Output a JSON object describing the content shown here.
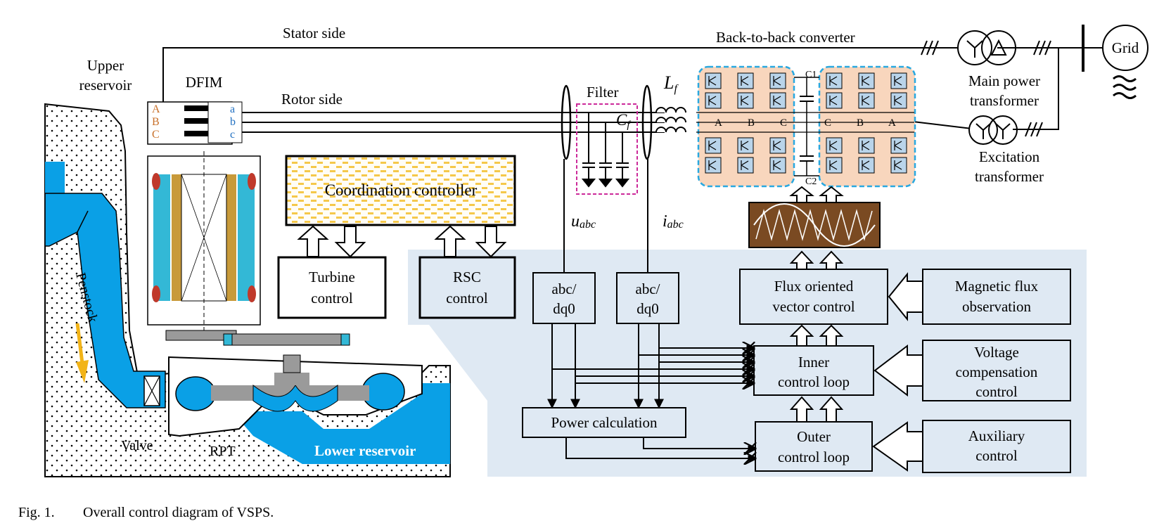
{
  "labels": {
    "stator_side": "Stator side",
    "rotor_side": "Rotor side",
    "back_to_back": "Back-to-back converter",
    "grid": "Grid",
    "main_transformer_1": "Main power",
    "main_transformer_2": "transformer",
    "excitation_transformer_1": "Excitation",
    "excitation_transformer_2": "transformer",
    "upper_reservoir_1": "Upper",
    "upper_reservoir_2": "reservoir",
    "dfim": "DFIM",
    "filter": "Filter",
    "lf": "L",
    "lf_sub": "f",
    "cf": "C",
    "cf_sub": "f",
    "uabc": "u",
    "uabc_sub": "abc",
    "iabc": "i",
    "iabc_sub": "abc",
    "penstock": "Penstock",
    "valve": "Valve",
    "rpt": "RPT",
    "lower_reservoir": "Lower reservoir",
    "c1": "C1",
    "c2": "C2",
    "phase_A": "A",
    "phase_B": "B",
    "phase_C": "C",
    "rotor_a": "a",
    "rotor_b": "b",
    "rotor_c": "c"
  },
  "blocks": {
    "coordination_controller": "Coordination controller",
    "turbine_control_1": "Turbine",
    "turbine_control_2": "control",
    "rsc_control_1": "RSC",
    "rsc_control_2": "control",
    "abc_dq0_1_line1": "abc/",
    "abc_dq0_1_line2": "dq0",
    "abc_dq0_2_line1": "abc/",
    "abc_dq0_2_line2": "dq0",
    "power_calculation": "Power calculation",
    "flux_oriented_1": "Flux oriented",
    "flux_oriented_2": "vector control",
    "magnetic_flux_1": "Magnetic flux",
    "magnetic_flux_2": "observation",
    "inner_loop_1": "Inner",
    "inner_loop_2": "control loop",
    "voltage_comp_1": "Voltage",
    "voltage_comp_2": "compensation",
    "voltage_comp_3": "control",
    "outer_loop_1": "Outer",
    "outer_loop_2": "control loop",
    "auxiliary_1": "Auxiliary",
    "auxiliary_2": "control"
  },
  "caption": {
    "number": "Fig. 1.",
    "text": "Overall control diagram of VSPS."
  },
  "colors": {
    "water": "#0aa0e6",
    "control_panel": "#dfe9f3",
    "coordination_fill": "#f5c84a",
    "converter_fill": "#f8d6bd",
    "converter_border": "#29a8e0",
    "filter_border": "#cc2a9a",
    "pwm_fill": "#7a4a22",
    "phase_abc_orange": "#c8702a",
    "rotor_abc_blue": "#1f6fc1",
    "arrow_yellow": "#f2b418"
  }
}
